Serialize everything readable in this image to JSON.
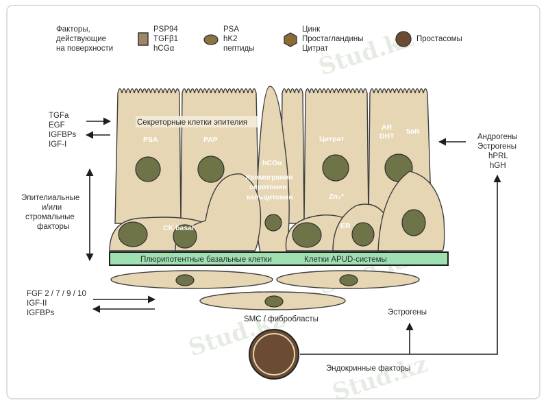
{
  "legend": {
    "surface_factors": [
      "Факторы,",
      "действующие",
      "на поверхности"
    ],
    "group1": [
      "PSP94",
      "TGFβ1",
      "hCGα"
    ],
    "group2": [
      "PSA",
      "hK2",
      "пептиды"
    ],
    "group3": [
      "Цинк",
      "Простагландины",
      "Цитрат"
    ],
    "group4": "Простасомы"
  },
  "left": {
    "top_factors": [
      "TGFa",
      "EGF",
      "IGFBPs",
      "IGF-I"
    ],
    "middle_factors": [
      "Эпителиальные",
      "и/или",
      "стромальные",
      "факторы"
    ],
    "bottom_factors": [
      "FGF 2 / 7 / 9 / 10",
      "IGF-II",
      "IGFBPs"
    ]
  },
  "right": {
    "hormones": [
      "Андрогены",
      "Эстрогены",
      "hPRL",
      "hGH"
    ],
    "estrogens": "Эстрогены",
    "endocrine": "Эндокринные факторы"
  },
  "cells": {
    "secretory_label": "Секреторные клетки эпителия",
    "psa": "PSA",
    "pap": "PAP",
    "hcg": "hCGα",
    "chromogranin": [
      "Хромогранин",
      "серотонин",
      "кальцитонин"
    ],
    "citrate": "Цитрат",
    "ar": "AR",
    "dht": "DHT",
    "five_ar": "5αR",
    "zn": "Zn₂⁺",
    "ck_basal": "CK basal",
    "er": "ER"
  },
  "basal_strip": {
    "left": "Плюрипотентные базальные клетки",
    "right": "Клетки APUD-системы"
  },
  "stroma": "SMC / фибробласты",
  "watermark": "Stud.kz",
  "colors": {
    "cell_fill": "#e6d6b4",
    "cell_stroke": "#3e3e3e",
    "nucleus": "#6e7348",
    "basal_strip": "#9fe0b2",
    "prostasome": "#6b4c32",
    "hexagon": "#8c6a36"
  }
}
